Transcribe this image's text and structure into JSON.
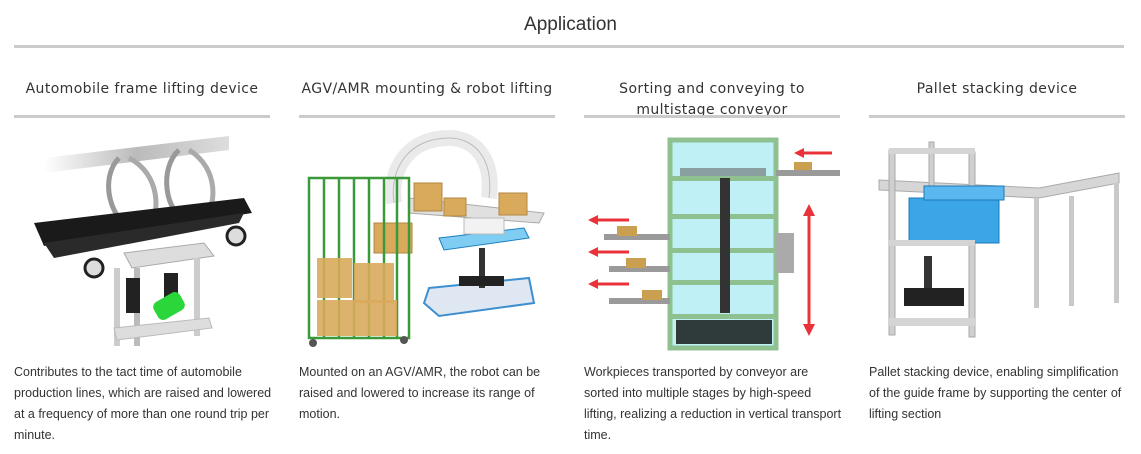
{
  "page": {
    "title": "Application"
  },
  "applications": [
    {
      "heading": "Automobile frame lifting device",
      "image": "automobile-frame-lifting-illustration",
      "description": "Contributes to the tact time of automobile production lines, which are raised and lowered at a frequency of more than one round trip per minute."
    },
    {
      "heading": "AGV/AMR mounting & robot lifting",
      "image": "agv-robot-lifting-illustration",
      "description": "Mounted on an AGV/AMR, the robot can be raised and lowered to increase its range of motion."
    },
    {
      "heading": "Sorting and conveying to multistage conveyor",
      "image": "multistage-conveyor-illustration",
      "description": "Workpieces transported by conveyor are sorted into multiple stages by high-speed lifting, realizing a reduction in vertical transport time."
    },
    {
      "heading": "Pallet stacking device",
      "image": "pallet-stacking-illustration",
      "description": "Pallet stacking device, enabling simplification of the guide frame by supporting the center of lifting section"
    }
  ],
  "colors": {
    "rule": "#cbcbcb",
    "text": "#333333",
    "arrow": "#e8333a",
    "cage_green": "#3a9a3a",
    "frame_green": "#8fc08f",
    "pallet_blue": "#3aa6e8"
  }
}
